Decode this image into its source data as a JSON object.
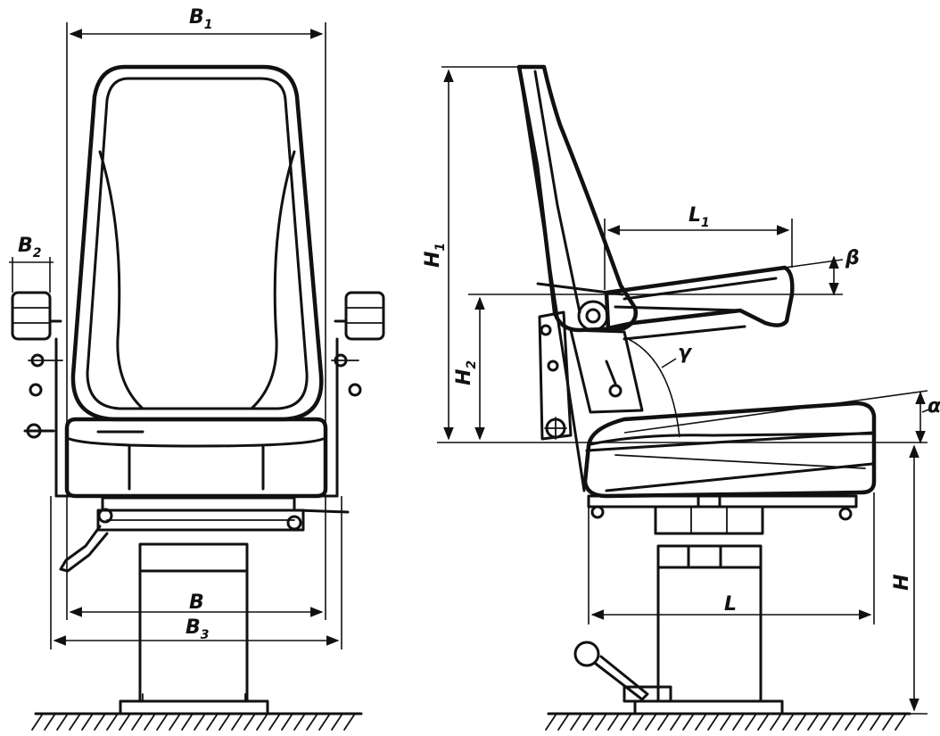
{
  "drawing": {
    "front_view": {
      "labels": {
        "B1": {
          "main": "B",
          "sub": "1"
        },
        "B2": {
          "main": "B",
          "sub": "2"
        },
        "B": {
          "main": "B",
          "sub": ""
        },
        "B3": {
          "main": "B",
          "sub": "3"
        }
      }
    },
    "side_view": {
      "labels": {
        "H1": {
          "main": "H",
          "sub": "1"
        },
        "H2": {
          "main": "H",
          "sub": "2"
        },
        "H": {
          "main": "H",
          "sub": ""
        },
        "L1": {
          "main": "L",
          "sub": "1"
        },
        "L": {
          "main": "L",
          "sub": ""
        },
        "beta": {
          "main": "β",
          "sub": ""
        },
        "gamma": {
          "main": "γ",
          "sub": ""
        },
        "alpha": {
          "main": "α",
          "sub": ""
        }
      }
    }
  }
}
